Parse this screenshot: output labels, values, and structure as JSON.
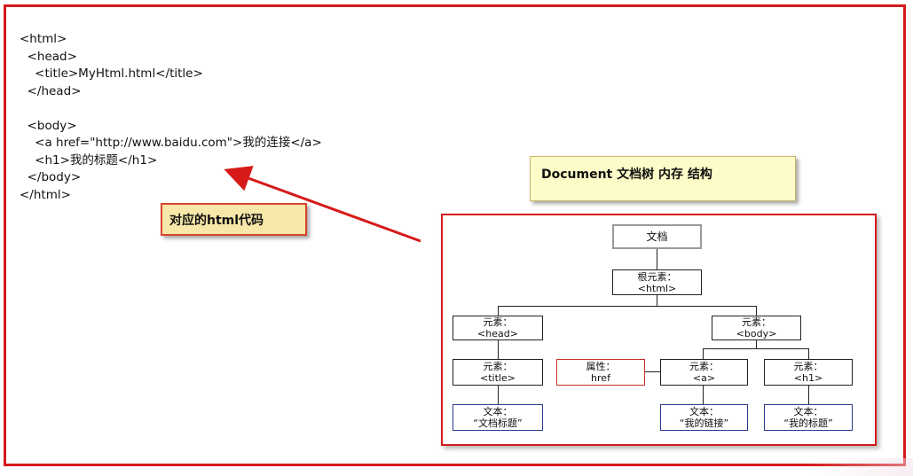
{
  "code": {
    "lines": [
      "<html>",
      "  <head>",
      "    <title>MyHtml.html</title>",
      "  </head>",
      "",
      "  <body>",
      "    <a href=\"http://www.baidu.com\">我的连接</a>",
      "    <h1>我的标题</h1>",
      "  </body>",
      "</html>"
    ]
  },
  "callouts": {
    "html_code": "对应的html代码",
    "document_tree": "Document 文档树 内存 结构"
  },
  "tree": {
    "document": "文档",
    "root": "根元素：\n<html>",
    "head": "元素：\n<head>",
    "body": "元素：\n<body>",
    "title": "元素：\n<title>",
    "attr_href": "属性：\nhref",
    "a": "元素：\n<a>",
    "h1": "元素：\n<h1>",
    "text_title": "文本：\n“文档标题”",
    "text_link": "文本：\n“我的链接”",
    "text_h1": "文本：\n“我的标题”"
  },
  "colors": {
    "frame_border": "#d61a1a",
    "arrow": "#d61a1a",
    "callout_html_bg": "#f7e7a8",
    "callout_doc_bg": "#fdfbc7",
    "attr_border": "#c8302a",
    "text_border": "#2b3a8f"
  }
}
